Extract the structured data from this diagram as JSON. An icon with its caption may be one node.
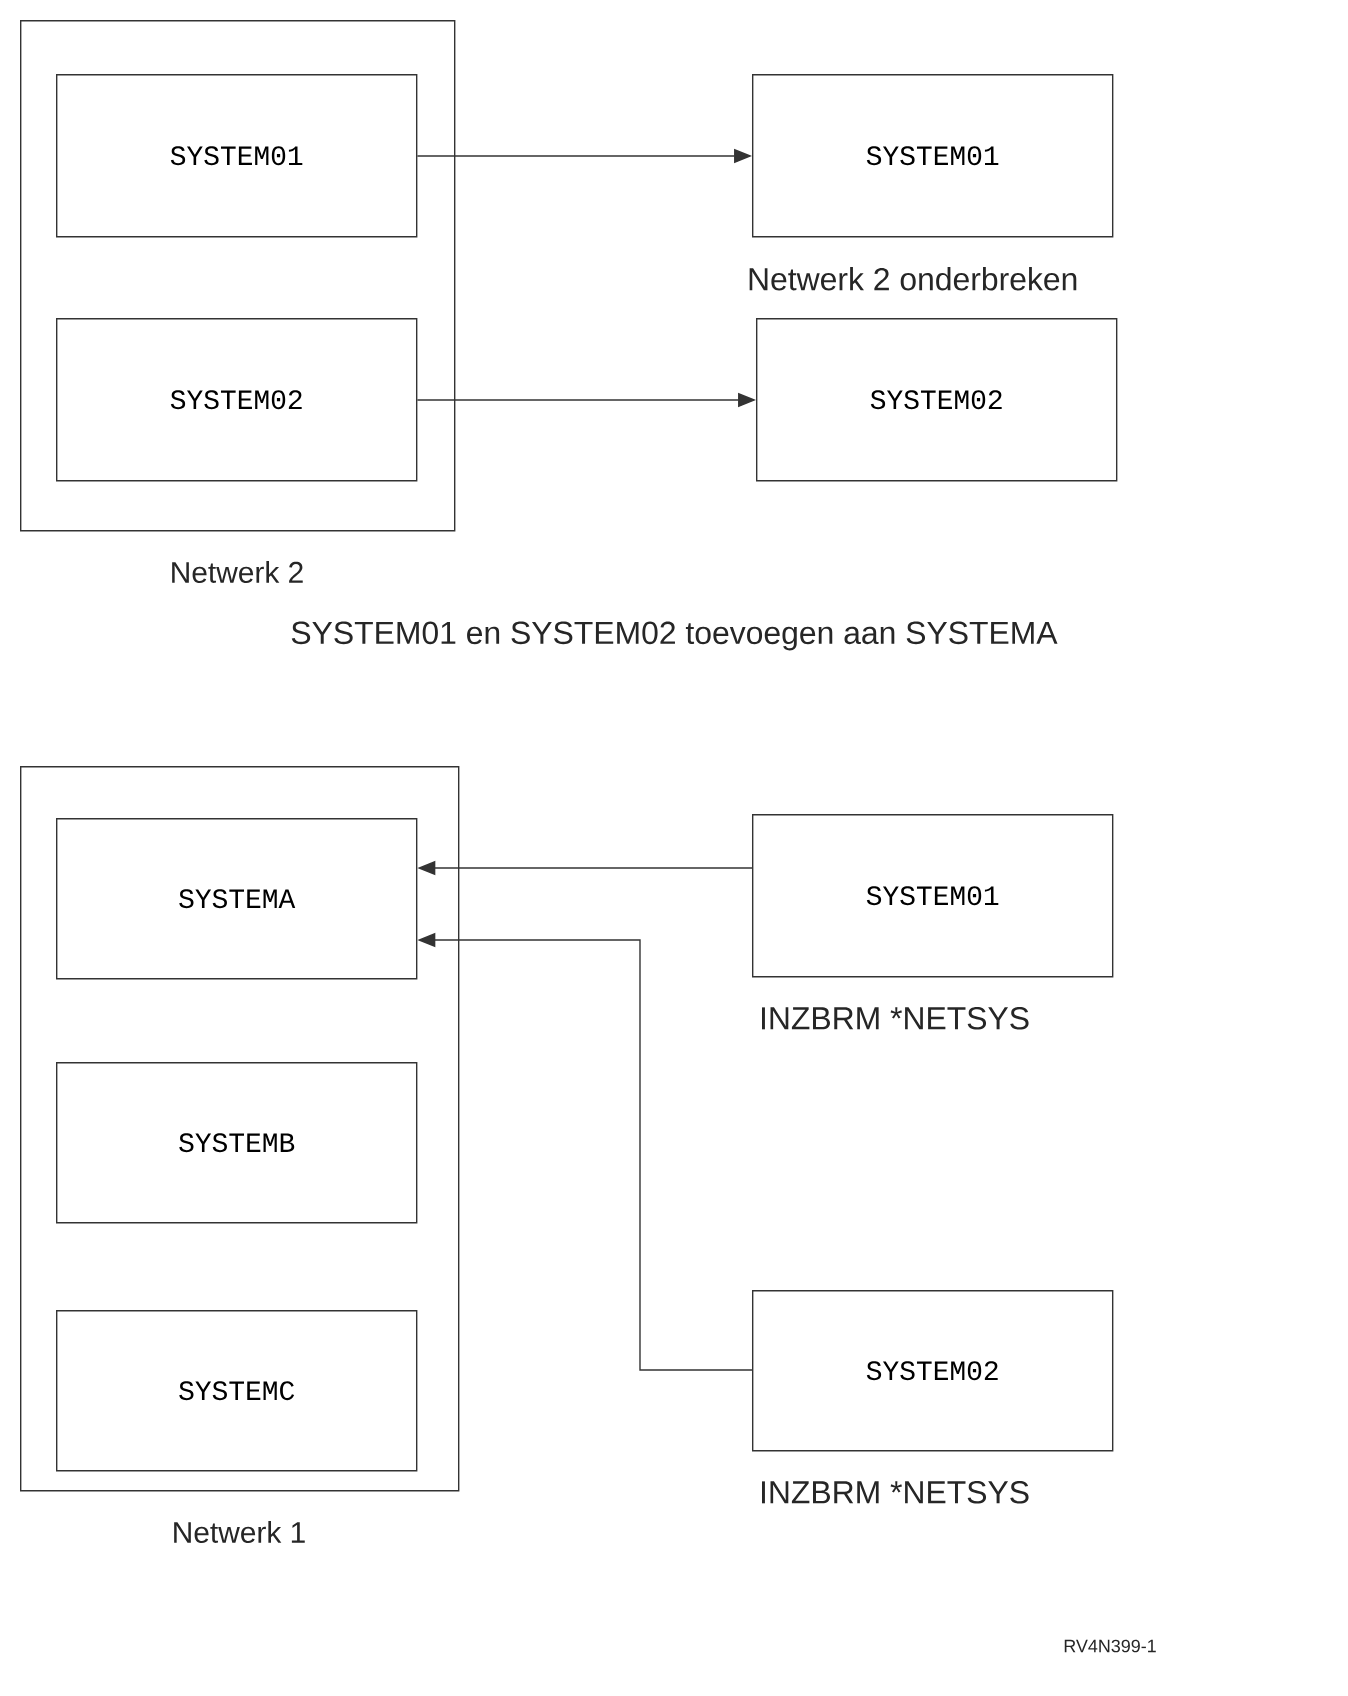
{
  "diagram": {
    "nodes": [
      {
        "text": [
          "Netwerk 2"
        ]
      },
      {
        "text": [
          "SYSTEM01"
        ],
        "in": 0
      },
      {
        "text": [
          "SYSTEM02"
        ],
        "in": 0
      },
      {
        "text": [
          "SYSTEM01"
        ],
        "beside": [
          "Netwerk 2 onderbreken"
        ]
      },
      {
        "text": [
          "SYSTEM02"
        ]
      },
      {
        "text": [
          "Netwerk 1"
        ]
      },
      {
        "text": [
          "SYSTEMA"
        ],
        "in": 5
      },
      {
        "text": [
          "SYSTEMB"
        ],
        "in": 5
      },
      {
        "text": [
          "SYSTEMC"
        ],
        "in": 5
      },
      {
        "text": [
          "SYSTEM01"
        ],
        "beside": [
          "INZBRM *NETSYS"
        ]
      },
      {
        "text": [
          "SYSTEM02"
        ],
        "beside": [
          "INZBRM *NETSYS"
        ]
      }
    ],
    "edges": [
      {
        "from": 1,
        "to": 3,
        "arrow": "to"
      },
      {
        "from": 2,
        "to": 4,
        "arrow": "to"
      },
      {
        "from": 9,
        "to": 6,
        "arrow": "to"
      },
      {
        "from": 10,
        "to": 6,
        "arrow": "to"
      }
    ],
    "labels": [
      "SYSTEM01 en SYSTEM02 toevoegen aan SYSTEMA",
      "RV4N399-1"
    ]
  }
}
